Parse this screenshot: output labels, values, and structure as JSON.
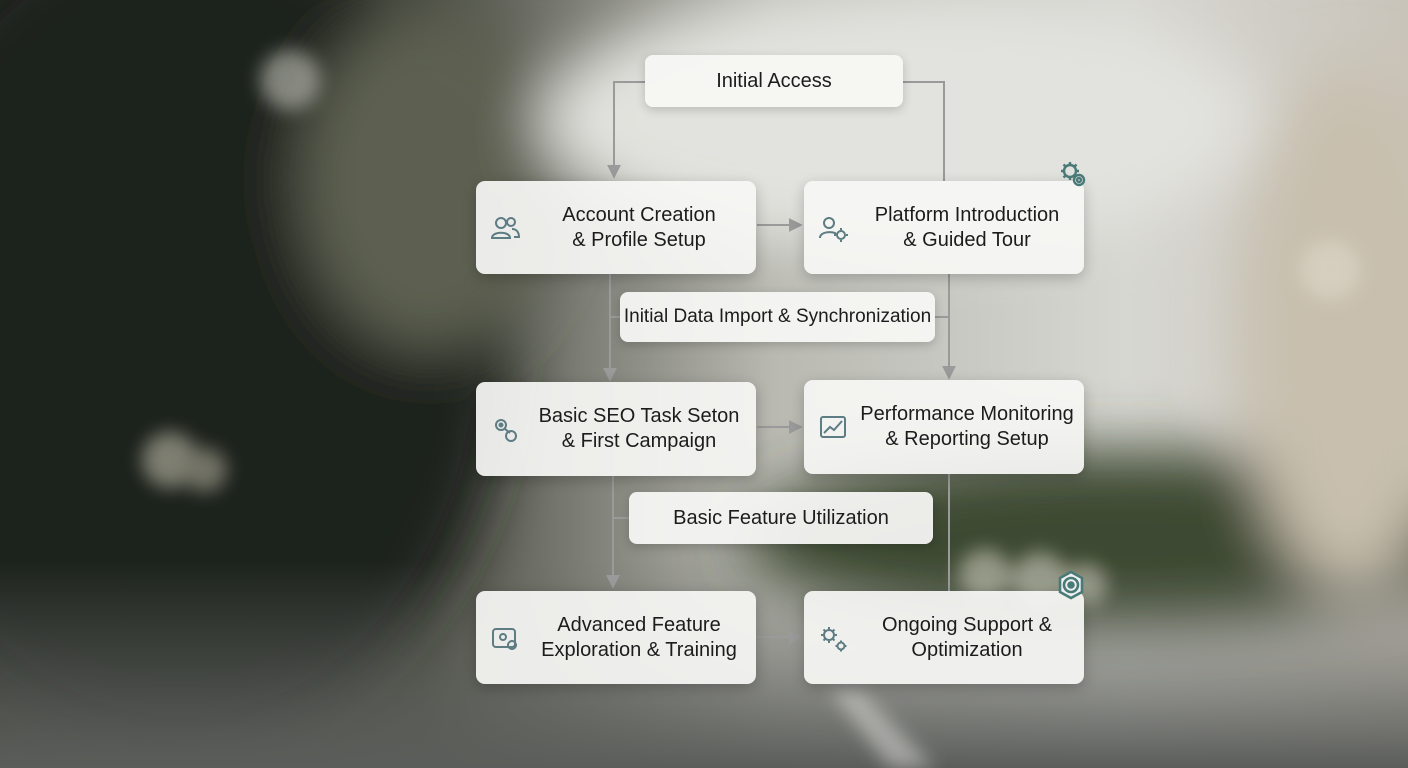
{
  "diagram": {
    "start": "Initial Access",
    "nodes": [
      {
        "line1": "Account Creation",
        "line2": "& Profile Setup",
        "icon": "users-icon"
      },
      {
        "line1": "Platform Introduction",
        "line2": "& Guided Tour",
        "icon": "user-gear-icon"
      },
      {
        "line1": "Basic SEO Task Seton",
        "line2": "& First Campaign",
        "icon": "seo-task-icon"
      },
      {
        "line1": "Performance Monitoring",
        "line2": "& Reporting Setup",
        "icon": "chart-line-icon"
      },
      {
        "line1": "Advanced Feature",
        "line2": "Exploration & Training",
        "icon": "settings-screen-icon"
      },
      {
        "line1": "Ongoing Support &",
        "line2": "Optimization",
        "icon": "gears-icon"
      }
    ],
    "stages": [
      "Initial Data Import & Synchronization",
      "Basic Feature Utilization"
    ],
    "badges": [
      "gears-badge-icon",
      "target-badge-icon"
    ],
    "colors": {
      "card": "#f6f6f4",
      "line": "#9a9a9a",
      "icon": "#5d7c84",
      "badge": "#4a7a78"
    }
  }
}
